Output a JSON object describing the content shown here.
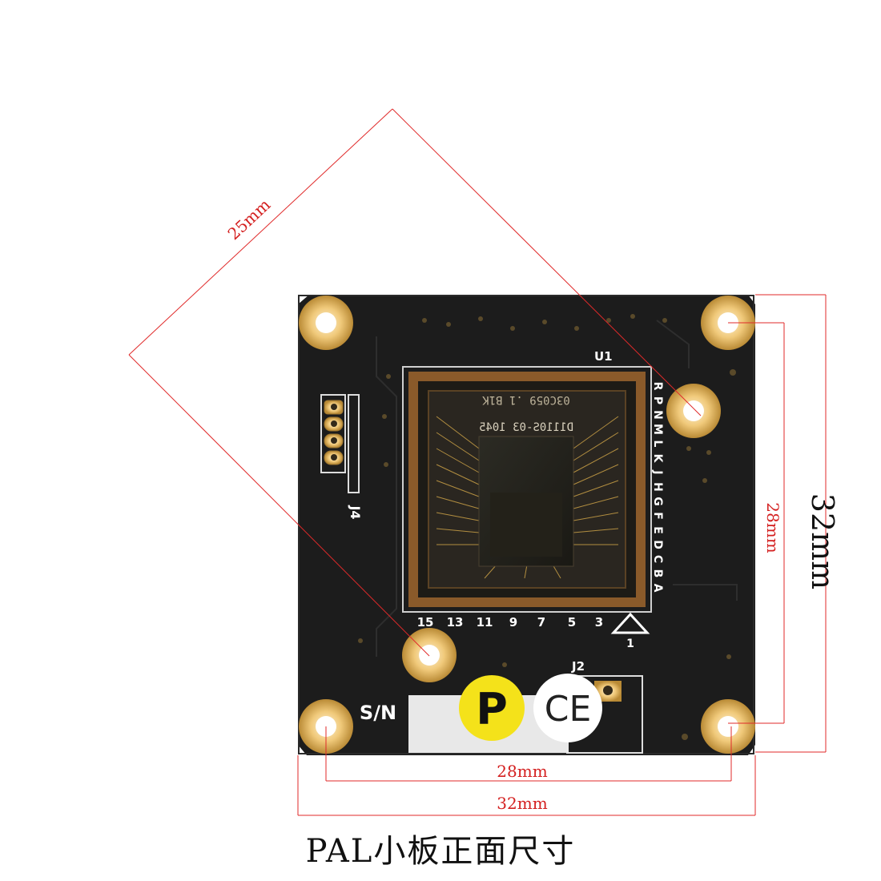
{
  "dimensions": {
    "diagonal": "25mm",
    "right_outer": "32mm",
    "right_inner": "28mm",
    "bottom_inner": "28mm",
    "bottom_outer": "32mm"
  },
  "board": {
    "chip_ref": "U1",
    "chip_line1": "03C059 .1 B1K",
    "chip_line2": "D1110S-03 1045",
    "row_letters": [
      "R",
      "P",
      "N",
      "M",
      "L",
      "K",
      "J",
      "H",
      "G",
      "F",
      "E",
      "D",
      "C",
      "B",
      "A"
    ],
    "col_numbers": [
      "15",
      "13",
      "11",
      "9",
      "7",
      "5",
      "3"
    ],
    "pin1_label": "1",
    "connector_j4": "J4",
    "connector_j2": "J2",
    "serial_label": "S/N",
    "pass_sticker": "P",
    "ce_mark": "CE"
  },
  "caption": "PAL小板正面尺寸",
  "colors": {
    "dimension_line": "#e02a2a",
    "board": "#1b1b1b",
    "gold": "#d9a84e"
  }
}
